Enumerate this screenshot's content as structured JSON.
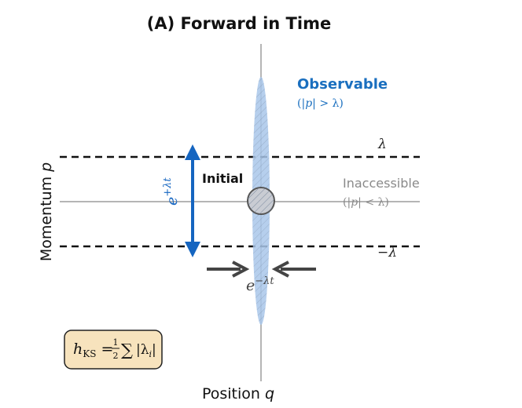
{
  "title": "(A) Forward in Time",
  "axes": {
    "xlabel_text": "Position ",
    "xlabel_var": "q",
    "ylabel_text": "Momentum ",
    "ylabel_var": "p"
  },
  "lines": {
    "upper_label": "λ",
    "lower_label": "−λ"
  },
  "labels": {
    "observable_title": "Observable",
    "observable_cond_open": "(|",
    "observable_cond_var": "p",
    "observable_cond_close": "| > λ)",
    "inaccessible_title": "Inaccessible",
    "inaccessible_cond_open": "(|",
    "inaccessible_cond_var": "p",
    "inaccessible_cond_close": "| < λ)",
    "initial": "Initial",
    "expand_base": "e",
    "expand_exp": "+λt",
    "contract_base": "e",
    "contract_exp": "−λt"
  },
  "formula": {
    "h": "h",
    "sub": "KS",
    "eq": " = ",
    "frac_num": "1",
    "frac_den": "2",
    "sum": "∑",
    "abs_open": "|λ",
    "abs_sub": "i",
    "abs_close": "|"
  },
  "colors": {
    "expand_blue": "#1565c0",
    "ellipse_fill": "#a9c7ea",
    "observable_blue": "#1a6fbf",
    "gray_text": "#8a8a8a",
    "box_fill": "#f7e3bd"
  }
}
